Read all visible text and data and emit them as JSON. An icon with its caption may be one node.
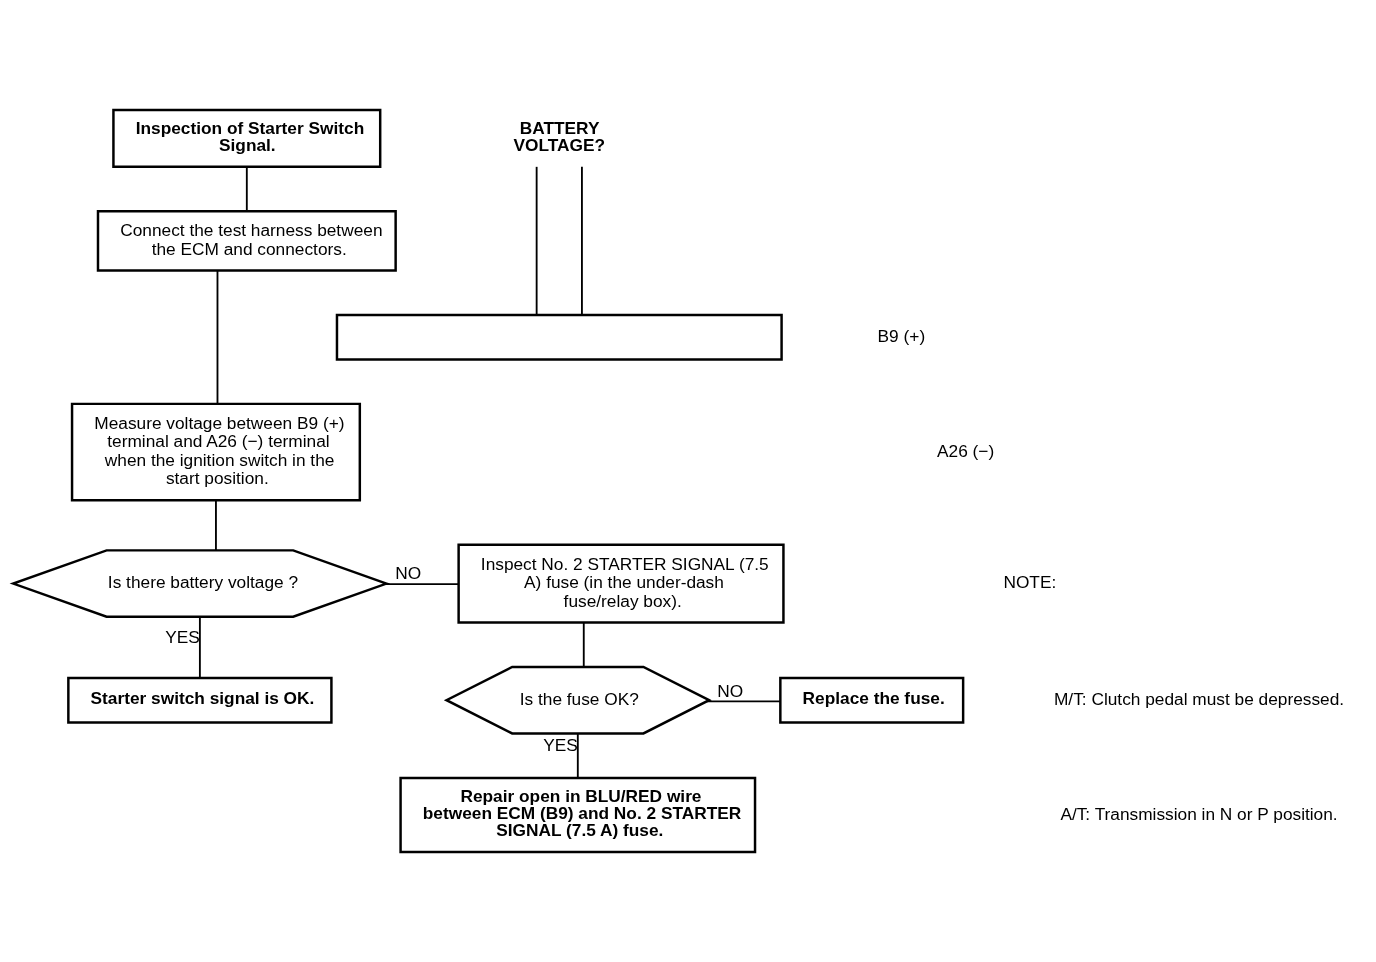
{
  "diagram": {
    "nodes": [
      {
        "text": [
          "Inspection of Starter Switch Signal."
        ]
      },
      {
        "text": [
          "Connect the test harness between the ECM and connectors."
        ]
      },
      {
        "text": [
          "Measure voltage between B9 (+) terminal and A26 (−) terminal when the ignition switch in the start position."
        ]
      },
      {
        "text": [
          "Is there battery voltage ?"
        ]
      },
      {
        "text": [
          "Starter switch signal is OK."
        ]
      },
      {
        "text": [
          "Inspect No. 2 STARTER SIGNAL (7.5 A) fuse (in the under-dash fuse/relay box)."
        ]
      },
      {
        "text": [
          "Is the fuse OK?"
        ]
      },
      {
        "text": [
          "Replace the fuse."
        ]
      },
      {
        "text": [
          "Repair open in BLU/RED wire between ECM (B9) and No. 2 STARTER SIGNAL (7.5 A) fuse."
        ]
      },
      {
        "text": [
          "BATTERY VOLTAGE?"
        ]
      },
      {
        "text": [],
        "shape": "box"
      }
    ],
    "edges": [
      {
        "from": 0,
        "to": 1,
        "arrow": "none"
      },
      {
        "from": 1,
        "to": 2,
        "arrow": "none"
      },
      {
        "from": 2,
        "to": 3,
        "arrow": "none"
      },
      {
        "from": 3,
        "to": 4,
        "arrow": "none",
        "label": "YES"
      },
      {
        "from": 3,
        "to": 5,
        "arrow": "none",
        "label": "NO"
      },
      {
        "from": 5,
        "to": 6,
        "arrow": "none"
      },
      {
        "from": 6,
        "to": 7,
        "arrow": "none",
        "label": "NO"
      },
      {
        "from": 6,
        "to": 8,
        "arrow": "none",
        "label": "YES"
      },
      {
        "from": 9,
        "to": 10,
        "arrow": "none"
      },
      {
        "from": 9,
        "to": 10,
        "arrow": "none"
      }
    ],
    "labels": [
      "B9 (+)",
      "A26 (−)",
      "NOTE:",
      "M/T: Clutch pedal must be depressed.",
      "A/T: Transmission in N or P position."
    ]
  }
}
